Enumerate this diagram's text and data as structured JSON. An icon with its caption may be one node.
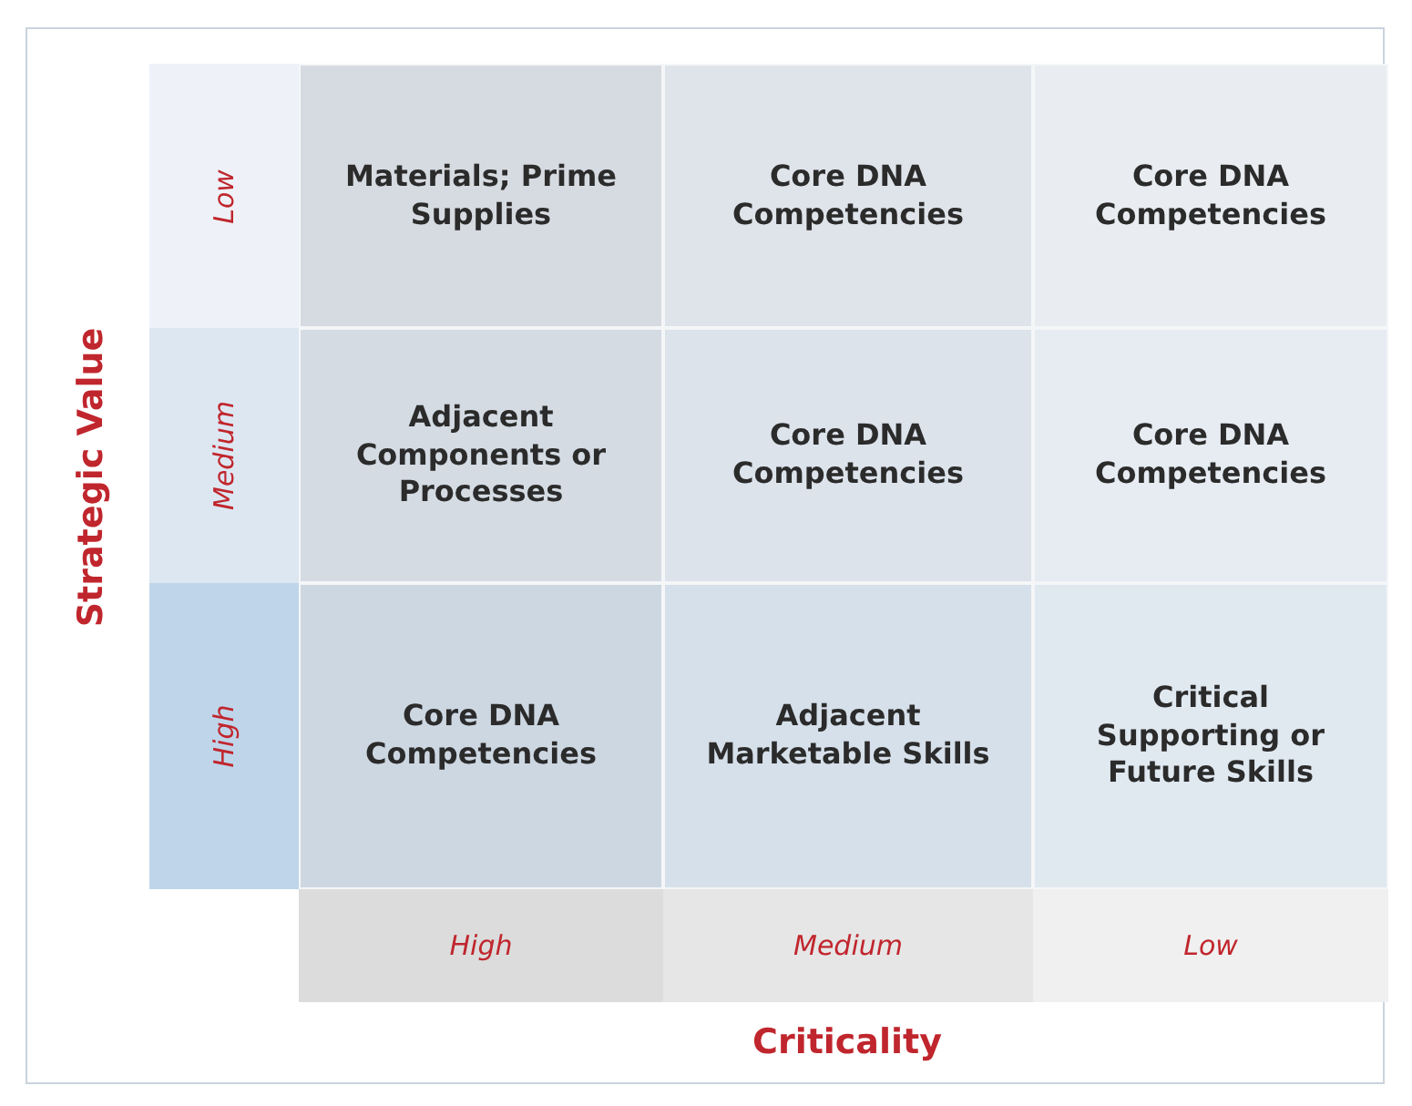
{
  "diagram": {
    "nodes": [
      {
        "text": [
          "Materials; Prime Supplies"
        ]
      },
      {
        "text": [
          "Core DNA Competencies"
        ]
      },
      {
        "text": [
          "Core DNA Competencies"
        ]
      },
      {
        "text": [
          "Adjacent Components or Processes"
        ]
      },
      {
        "text": [
          "Core DNA Competencies"
        ]
      },
      {
        "text": [
          "Core DNA Competencies"
        ]
      },
      {
        "text": [
          "Core DNA Competencies"
        ]
      },
      {
        "text": [
          "Adjacent Marketable Skills"
        ]
      },
      {
        "text": [
          "Critical Supporting or Future Skills"
        ]
      }
    ],
    "edges": [],
    "labels": [
      "Low",
      "Medium",
      "High",
      "High",
      "Medium",
      "Low",
      "Strategic Value",
      "Criticality"
    ]
  }
}
